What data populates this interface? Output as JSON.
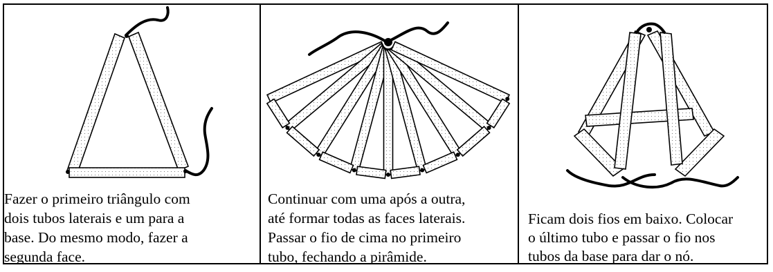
{
  "panels": [
    {
      "illustration": "first-triangle-drawing",
      "caption_lines": [
        "Fazer o primeiro triângulo com",
        "dois tubos laterais e um para a",
        "base. Do mesmo modo, fazer a",
        "segunda face."
      ]
    },
    {
      "illustration": "fan-of-lateral-faces-drawing",
      "caption_lines": [
        "Continuar com uma após a outra,",
        "até formar todas as faces laterais.",
        "Passar o fio de cima no primeiro",
        "tubo, fechando a pirâmide."
      ]
    },
    {
      "illustration": "closed-pyramid-drawing",
      "caption_lines": [
        "Ficam dois fios em baixo. Colocar",
        "o último tubo e passar o fio nos",
        "tubos da base para dar o nó."
      ]
    }
  ]
}
